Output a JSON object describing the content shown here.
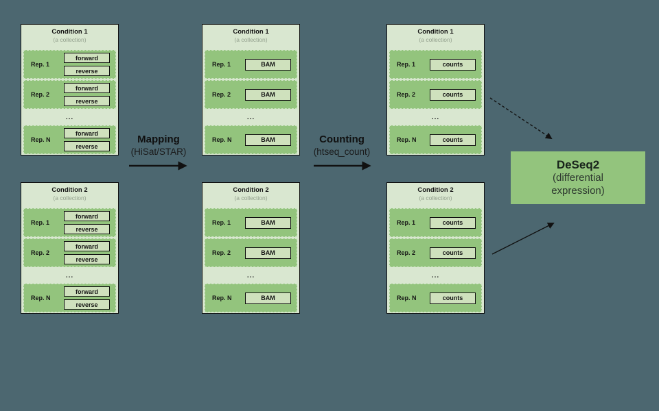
{
  "colors": {
    "background": "#4c6770",
    "collection_fill": "#d9e7d0",
    "row_fill": "#93c47d",
    "dataset_fill": "#cfe1bd",
    "result_fill": "#93c47d",
    "border": "#0e0e0e",
    "subtitle_gray": "#94a18e",
    "arrow": "#111111"
  },
  "collections": [
    {
      "title": "Condition 1",
      "subtitle": "(a collection)",
      "ellipsis": "...",
      "rows": [
        {
          "label": "Rep. 1",
          "items": [
            "forward",
            "reverse"
          ]
        },
        {
          "label": "Rep. 2",
          "items": [
            "forward",
            "reverse"
          ]
        },
        {
          "label": "Rep. N",
          "items": [
            "forward",
            "reverse"
          ]
        }
      ]
    },
    {
      "title": "Condition 2",
      "subtitle": "(a collection)",
      "ellipsis": "...",
      "rows": [
        {
          "label": "Rep. 1",
          "items": [
            "forward",
            "reverse"
          ]
        },
        {
          "label": "Rep. 2",
          "items": [
            "forward",
            "reverse"
          ]
        },
        {
          "label": "Rep. N",
          "items": [
            "forward",
            "reverse"
          ]
        }
      ]
    },
    {
      "title": "Condition 1",
      "subtitle": "(a collection)",
      "ellipsis": "...",
      "rows": [
        {
          "label": "Rep. 1",
          "items": [
            "BAM"
          ]
        },
        {
          "label": "Rep. 2",
          "items": [
            "BAM"
          ]
        },
        {
          "label": "Rep. N",
          "items": [
            "BAM"
          ]
        }
      ]
    },
    {
      "title": "Condition 2",
      "subtitle": "(a collection)",
      "ellipsis": "...",
      "rows": [
        {
          "label": "Rep. 1",
          "items": [
            "BAM"
          ]
        },
        {
          "label": "Rep. 2",
          "items": [
            "BAM"
          ]
        },
        {
          "label": "Rep. N",
          "items": [
            "BAM"
          ]
        }
      ]
    },
    {
      "title": "Condition 1",
      "subtitle": "(a collection)",
      "ellipsis": "...",
      "rows": [
        {
          "label": "Rep. 1",
          "items": [
            "counts"
          ]
        },
        {
          "label": "Rep. 2",
          "items": [
            "counts"
          ]
        },
        {
          "label": "Rep. N",
          "items": [
            "counts"
          ]
        }
      ]
    },
    {
      "title": "Condition 2",
      "subtitle": "(a collection)",
      "ellipsis": "...",
      "rows": [
        {
          "label": "Rep. 1",
          "items": [
            "counts"
          ]
        },
        {
          "label": "Rep. 2",
          "items": [
            "counts"
          ]
        },
        {
          "label": "Rep. N",
          "items": [
            "counts"
          ]
        }
      ]
    }
  ],
  "processes": [
    {
      "title": "Mapping",
      "subtitle": "(HiSat/STAR)"
    },
    {
      "title": "Counting",
      "subtitle": "(htseq_count)"
    }
  ],
  "result_box": {
    "title": "DeSeq2",
    "subtitle": "(differential expression)"
  }
}
